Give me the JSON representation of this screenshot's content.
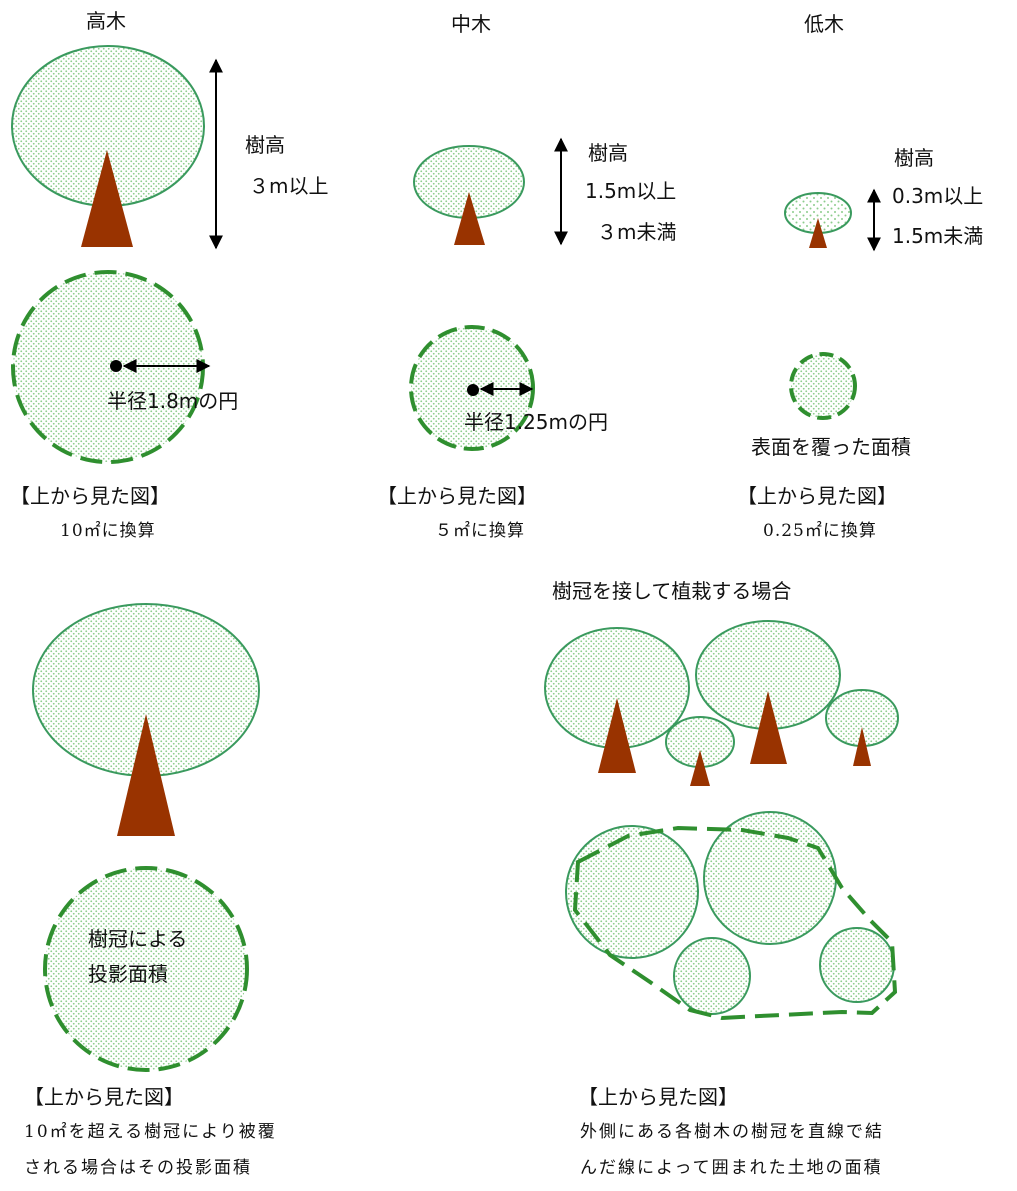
{
  "colors": {
    "crown_stroke": "#3a9a5e",
    "crown_dots": "#8ccc8c",
    "trunk": "#993300",
    "dashed_outline": "#2f8f2f",
    "arrow": "#000000"
  },
  "sections": {
    "tall": {
      "heading": "高木",
      "height_label": "樹高",
      "height_range": "３m以上",
      "radius_label": "半径1.8mの円",
      "view_label": "【上から見た図】",
      "conversion": "10㎡に換算"
    },
    "medium": {
      "heading": "中木",
      "height_label": "樹高",
      "height_min": "1.5m以上",
      "height_max": "３m未満",
      "radius_label": "半径1.25mの円",
      "view_label": "【上から見た図】",
      "conversion": "５㎡に換算"
    },
    "low": {
      "heading": "低木",
      "height_label": "樹高",
      "height_min": "0.3m以上",
      "height_max": "1.5m未満",
      "surface_label": "表面を覆った面積",
      "view_label": "【上から見た図】",
      "conversion": "0.25㎡に換算"
    },
    "large_crown": {
      "projection_line1": "樹冠による",
      "projection_line2": "投影面積",
      "view_label": "【上から見た図】",
      "desc_line1": "10㎡を超える樹冠により被覆",
      "desc_line2": "される場合はその投影面積"
    },
    "adjacent": {
      "title": "樹冠を接して植栽する場合",
      "view_label": "【上から見た図】",
      "desc_line1": "外側にある各樹木の樹冠を直線で結",
      "desc_line2": "んだ線によって囲まれた土地の面積"
    }
  }
}
